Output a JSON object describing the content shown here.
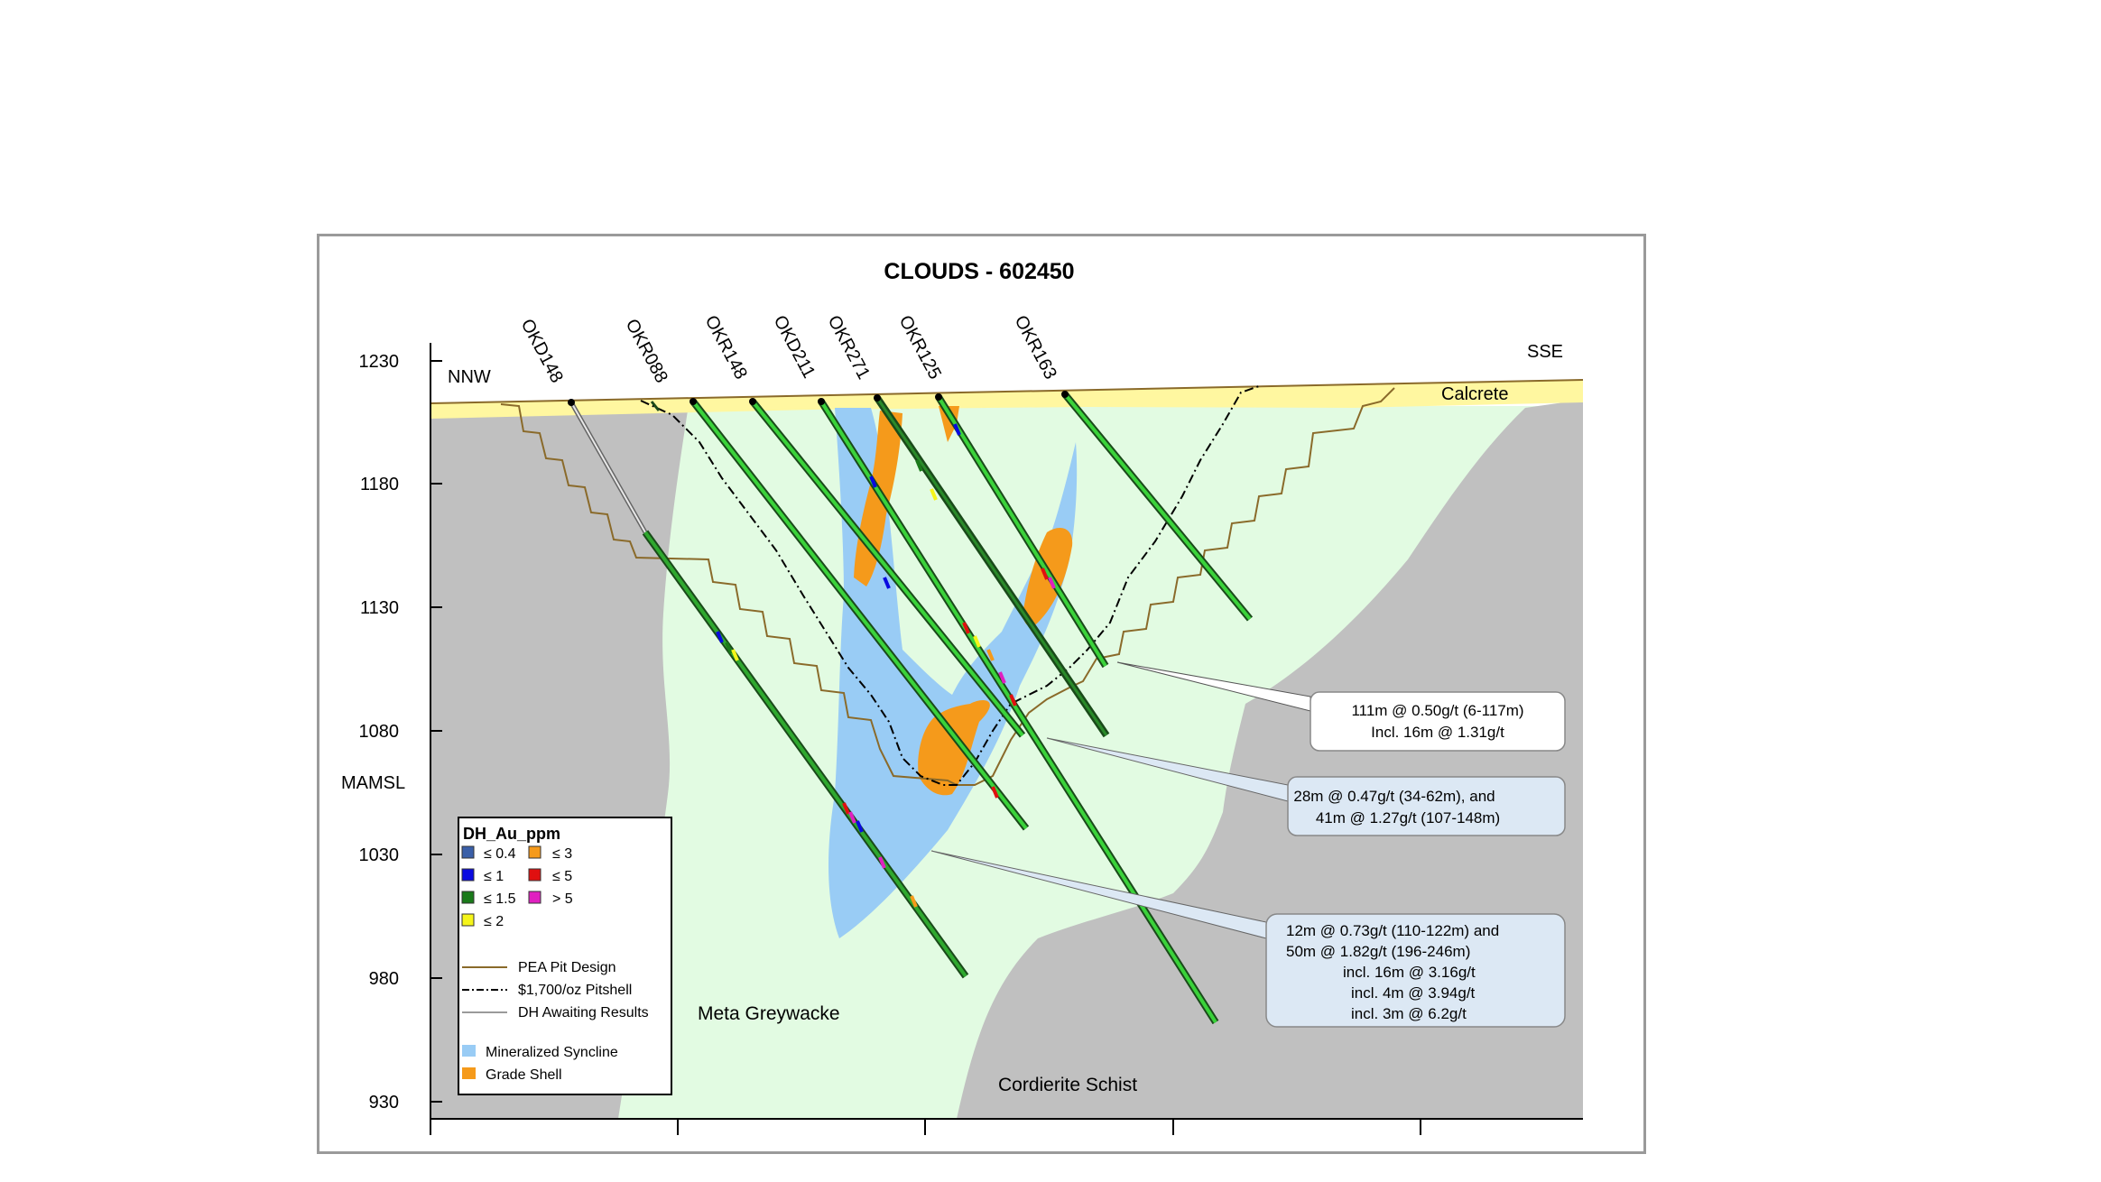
{
  "title": "CLOUDS - 602450",
  "y_axis": {
    "label": "MAMSL",
    "ticks": [
      "1230",
      "1180",
      "1130",
      "1080",
      "1030",
      "980",
      "930"
    ]
  },
  "direction_labels": {
    "left": "NNW",
    "right": "SSE"
  },
  "units": {
    "calcrete": "Calcrete",
    "meta_greywacke": "Meta Greywacke",
    "cordierite_schist": "Cordierite Schist"
  },
  "drill_holes": [
    "OKD148",
    "OKR088",
    "OKR148",
    "OKD211",
    "OKR271",
    "OKR125",
    "OKR163"
  ],
  "callouts": [
    {
      "lines": [
        "111m @ 0.50g/t (6-117m)",
        "Incl. 16m @ 1.31g/t"
      ]
    },
    {
      "lines": [
        "28m @ 0.47g/t (34-62m), and",
        "41m @ 1.27g/t (107-148m)"
      ]
    },
    {
      "lines": [
        "12m @ 0.73g/t (110-122m) and",
        "50m @ 1.82g/t (196-246m)",
        "incl. 16m @ 3.16g/t",
        "incl. 4m @ 3.94g/t",
        "incl. 3m @ 6.2g/t"
      ]
    }
  ],
  "legend": {
    "title": "DH_Au_ppm",
    "grades": [
      {
        "label": "≤ 0.4",
        "color": "#3a5fa8"
      },
      {
        "label": "≤ 3",
        "color": "#f59a1b"
      },
      {
        "label": "≤ 1",
        "color": "#0a0ae0"
      },
      {
        "label": "≤ 5",
        "color": "#e01010"
      },
      {
        "label": "≤ 1.5",
        "color": "#1a7a1a"
      },
      {
        "label": "> 5",
        "color": "#e020c0"
      },
      {
        "label": "≤ 2",
        "color": "#f5f51a"
      }
    ],
    "lines": [
      {
        "label": "PEA Pit Design",
        "color": "#8a6a2a"
      },
      {
        "label": "$1,700/oz Pitshell",
        "color": "#000000"
      },
      {
        "label": "DH Awaiting Results",
        "color": "#9a9a9a"
      }
    ],
    "areas": [
      {
        "label": "Mineralized Syncline",
        "color": "#99ccf5"
      },
      {
        "label": "Grade Shell",
        "color": "#f59a1b"
      }
    ]
  },
  "colors": {
    "calcrete": "#fff7a0",
    "greywacke": "#e2fbe2",
    "schist": "#c0c0c0",
    "syncline": "#99ccf5",
    "grade_shell": "#f59a1b",
    "drillhole_outer": "#1a4a1a",
    "drillhole_inner": "#3ad23a",
    "callout_fill": "#dce8f4"
  }
}
